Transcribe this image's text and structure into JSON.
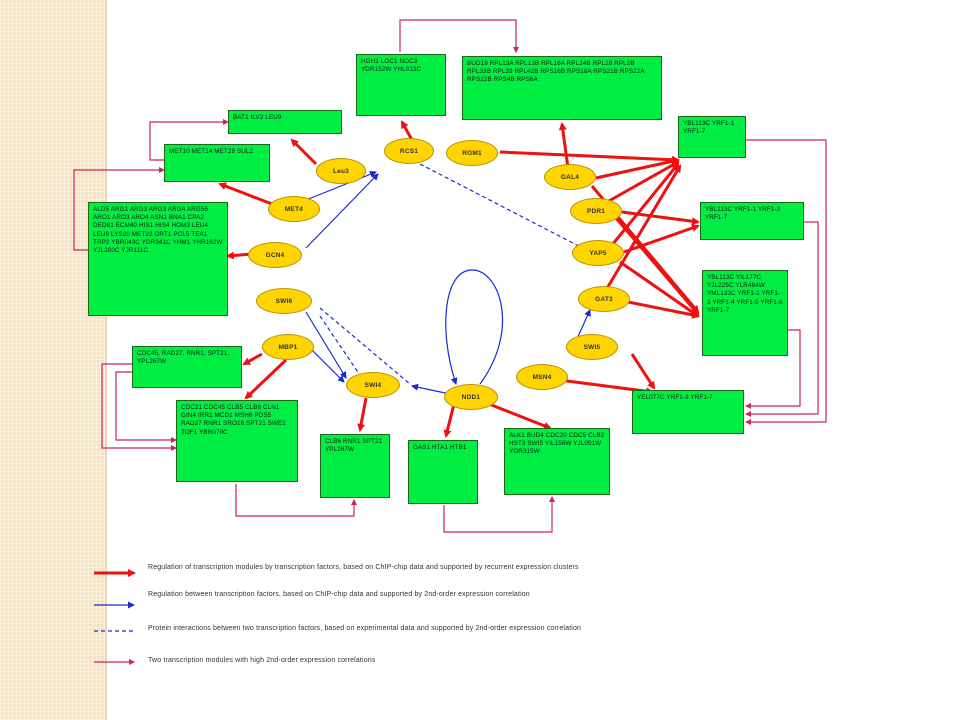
{
  "modules": {
    "m_hgh1": "HGH1 LOC1 NOC3 YDR152W YHL013C",
    "m_bud19": "BUD19 RPL13A RPL13B RPL16A RPL24B RPL28 RPL2B RPL33B RPL39 RPL42B RPS16B RPS18A RPS21B RPS22A RPS22B RPS4B RPS6A",
    "m_bat1": "BAT1 ILV2 LEU9",
    "m_met10": "MET10 MET14 MET28 SUL2",
    "m_ald5": "ALD5 ARG1 ARG3 ARG3 ARG4 ARG56 ARO1 ARO3 ARO4 ASN1 BNA1 CPA2 DED81 ECM40 HIS1 HIS4 HOM3 LEU4 LEU9 LYS20 MET22 ORT1 PCL5 TEA1 TRP2 YBR043C YDR341C YHM1 YHR162W YJL200C YJR111C",
    "m_ybl113_a": "YBL113C YRF1-1 YRF1-7",
    "m_ybl113_b": "YBL113C YRF1-1 YRF1-3 YRF1-7",
    "m_ybl113_c": "YBL113C YIL177C YJL225C YLR464W YML133C YRF1-1 YRF1-3 YRF1-4 YRF1-5 YRF1-6 YRF1-7",
    "m_yel077": "YEL077C YRF1-3 YRF1-7",
    "m_cdc45": "CDC45, RAD27, RNR1, SPT21, YPL267W",
    "m_cdc21": "CDC21 CDC45 CLB5 CLB6 CLN1 GIN4 IRR1 MCD1 MSH6 PDS5 RAD27 RNR1 SRO16 SPT21 SWE1 TOF1 YBR070C",
    "m_clb6": "CLB6 RNR1 SPT21 YPL267W",
    "m_gas1": "GAS1 HTA1 HTB1",
    "m_alk1": "ALK1 BUD4 CDC20 CDC5 CLB2 HST3 SWI5 YIL158W YJL051W YOR315W"
  },
  "factors": {
    "rcs1": "RCS1",
    "rgm1": "RGM1",
    "leu3": "Leu3",
    "gal4": "GAL4",
    "met4": "MET4",
    "pdr1": "PDR1",
    "gcn4": "GCN4",
    "yap5": "YAP5",
    "swi6": "SWI6",
    "gat3": "GAT3",
    "mbp1": "MBP1",
    "swi5": "SWI5",
    "msn4": "MSN4",
    "swi4": "SWI4",
    "ndd1": "NDD1"
  },
  "legend": {
    "red": "Regulation of transcription modules by transcription factors, based on ChIP-chip data and supported by recurrent expression clusters",
    "blue": "Regulation between transcription factors, based on ChIP-chip data and supported by 2nd-order expression correlation",
    "dashed": "Protein interactions between two transcription factors, based on experimental data and supported by 2nd-order expression correlation",
    "pink": "Two transcription modules with high 2nd-order expression correlations"
  },
  "colors": {
    "red_edge": "#ee1111",
    "blue_edge": "#1a2ad0",
    "pink_edge": "#cc2266",
    "module_fill": "#00ee44",
    "factor_fill": "#ffd400"
  }
}
